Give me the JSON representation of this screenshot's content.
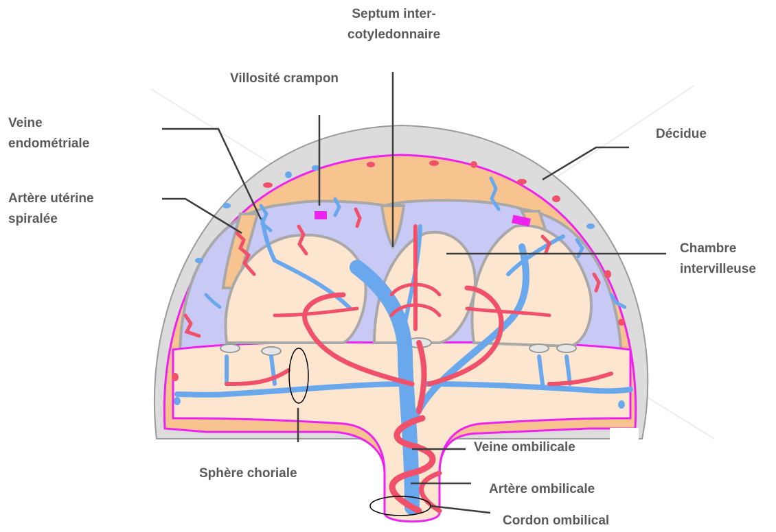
{
  "labels": {
    "septum": [
      "Septum inter-",
      "cotyledonnaire"
    ],
    "villosite": "Villosité crampon",
    "veine_endo": [
      "Veine",
      "endométriale"
    ],
    "decidue": "Décidue",
    "artere_uterine": [
      "Artère utérine",
      "spiralée"
    ],
    "chambre": [
      "Chambre",
      "intervilleuse"
    ],
    "sphere": "Sphère  choriale",
    "veine_omb": "Veine ombilicale",
    "artere_omb": "Artère ombilicale",
    "cordon": "Cordon ombilical"
  },
  "colors": {
    "decidua_outer": "#dcdcdc",
    "decidua": "#f7c48f",
    "intervillous": "#c9c9f5",
    "chorion": "#fde6cf",
    "membrane": "#ee22ee",
    "artery": "#f0506a",
    "vein": "#6aa8ee",
    "leader": "#3c3c3c"
  }
}
